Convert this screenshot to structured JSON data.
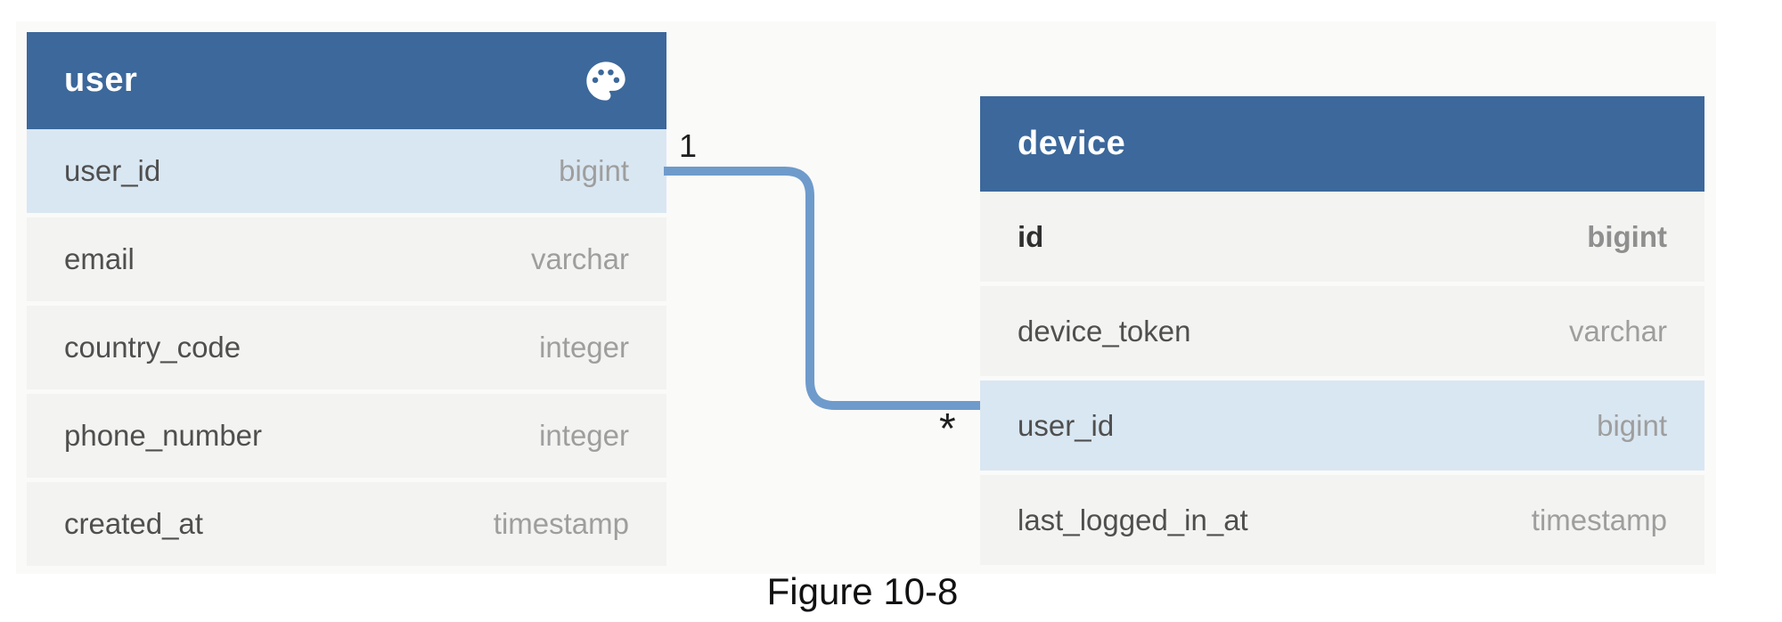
{
  "diagram": {
    "tables": [
      {
        "name": "user",
        "header_icon": "palette-icon",
        "fields": [
          {
            "name": "user_id",
            "type": "bigint",
            "highlighted": true
          },
          {
            "name": "email",
            "type": "varchar",
            "highlighted": false
          },
          {
            "name": "country_code",
            "type": "integer",
            "highlighted": false
          },
          {
            "name": "phone_number",
            "type": "integer",
            "highlighted": false
          },
          {
            "name": "created_at",
            "type": "timestamp",
            "highlighted": false
          }
        ]
      },
      {
        "name": "device",
        "fields": [
          {
            "name": "id",
            "type": "bigint",
            "bold": true,
            "highlighted": false
          },
          {
            "name": "device_token",
            "type": "varchar",
            "highlighted": false
          },
          {
            "name": "user_id",
            "type": "bigint",
            "highlighted": true
          },
          {
            "name": "last_logged_in_at",
            "type": "timestamp",
            "highlighted": false
          }
        ]
      }
    ],
    "relationship": {
      "from_table": "user",
      "from_field": "user_id",
      "to_table": "device",
      "to_field": "user_id",
      "from_cardinality": "1",
      "to_cardinality": "*"
    },
    "colors": {
      "header_blue": "#3c689b",
      "highlight_blue": "#d9e7f2",
      "row_gray": "#f3f3f1",
      "canvas_gray": "#fafaf9",
      "connector_blue": "#6e9bcb"
    }
  },
  "caption": "Figure 10-8"
}
